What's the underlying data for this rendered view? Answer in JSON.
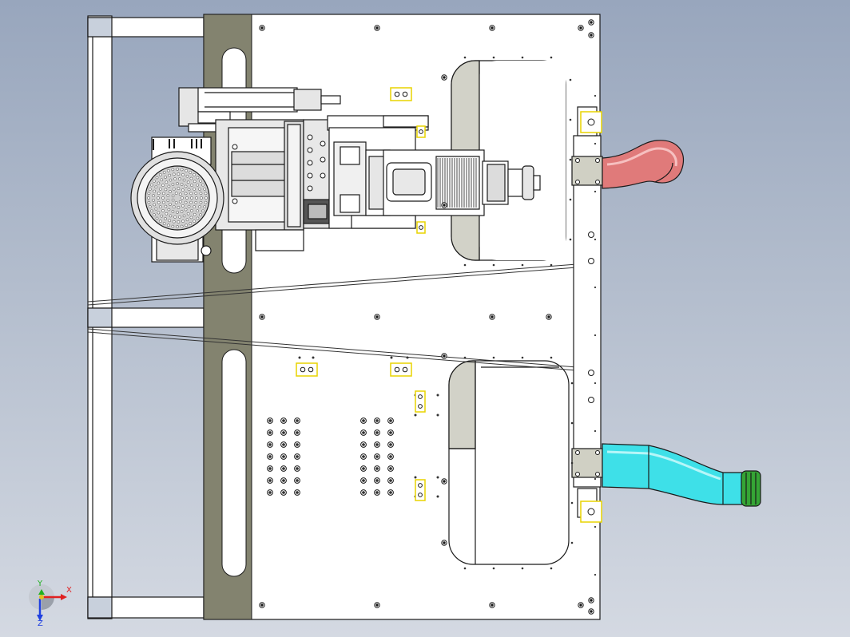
{
  "view": {
    "type": "cad-viewport",
    "background_top": "#98a6bd",
    "background_bottom": "#d4d9e2",
    "outline_color": "#1a1a1a",
    "selection_color": "#e8d400"
  },
  "parts": {
    "frame": {
      "color": "#ffffff"
    },
    "guide_rail": {
      "color": "#83836f"
    },
    "base_plate": {
      "color": "#ffffff"
    },
    "window_panel": {
      "color": "#d2d2c8"
    },
    "motor_housing": {
      "color": "#dcdcdc"
    },
    "fan_cover": {
      "color": "#f0f0f0"
    },
    "servo_motor": {
      "color": "#ffffff"
    },
    "pneumatic_cylinder": {
      "color": "#e6e6e6"
    },
    "hose_top": {
      "color": "#e07a7a"
    },
    "hose_bottom": {
      "color": "#3ee0e8"
    },
    "hose_bottom_coupling": {
      "color": "#35a535"
    }
  },
  "triad": {
    "x_label": "X",
    "y_label": "Y",
    "z_label": "Z",
    "x_color": "#e02020",
    "y_color": "#20b020",
    "z_color": "#2040e0"
  }
}
